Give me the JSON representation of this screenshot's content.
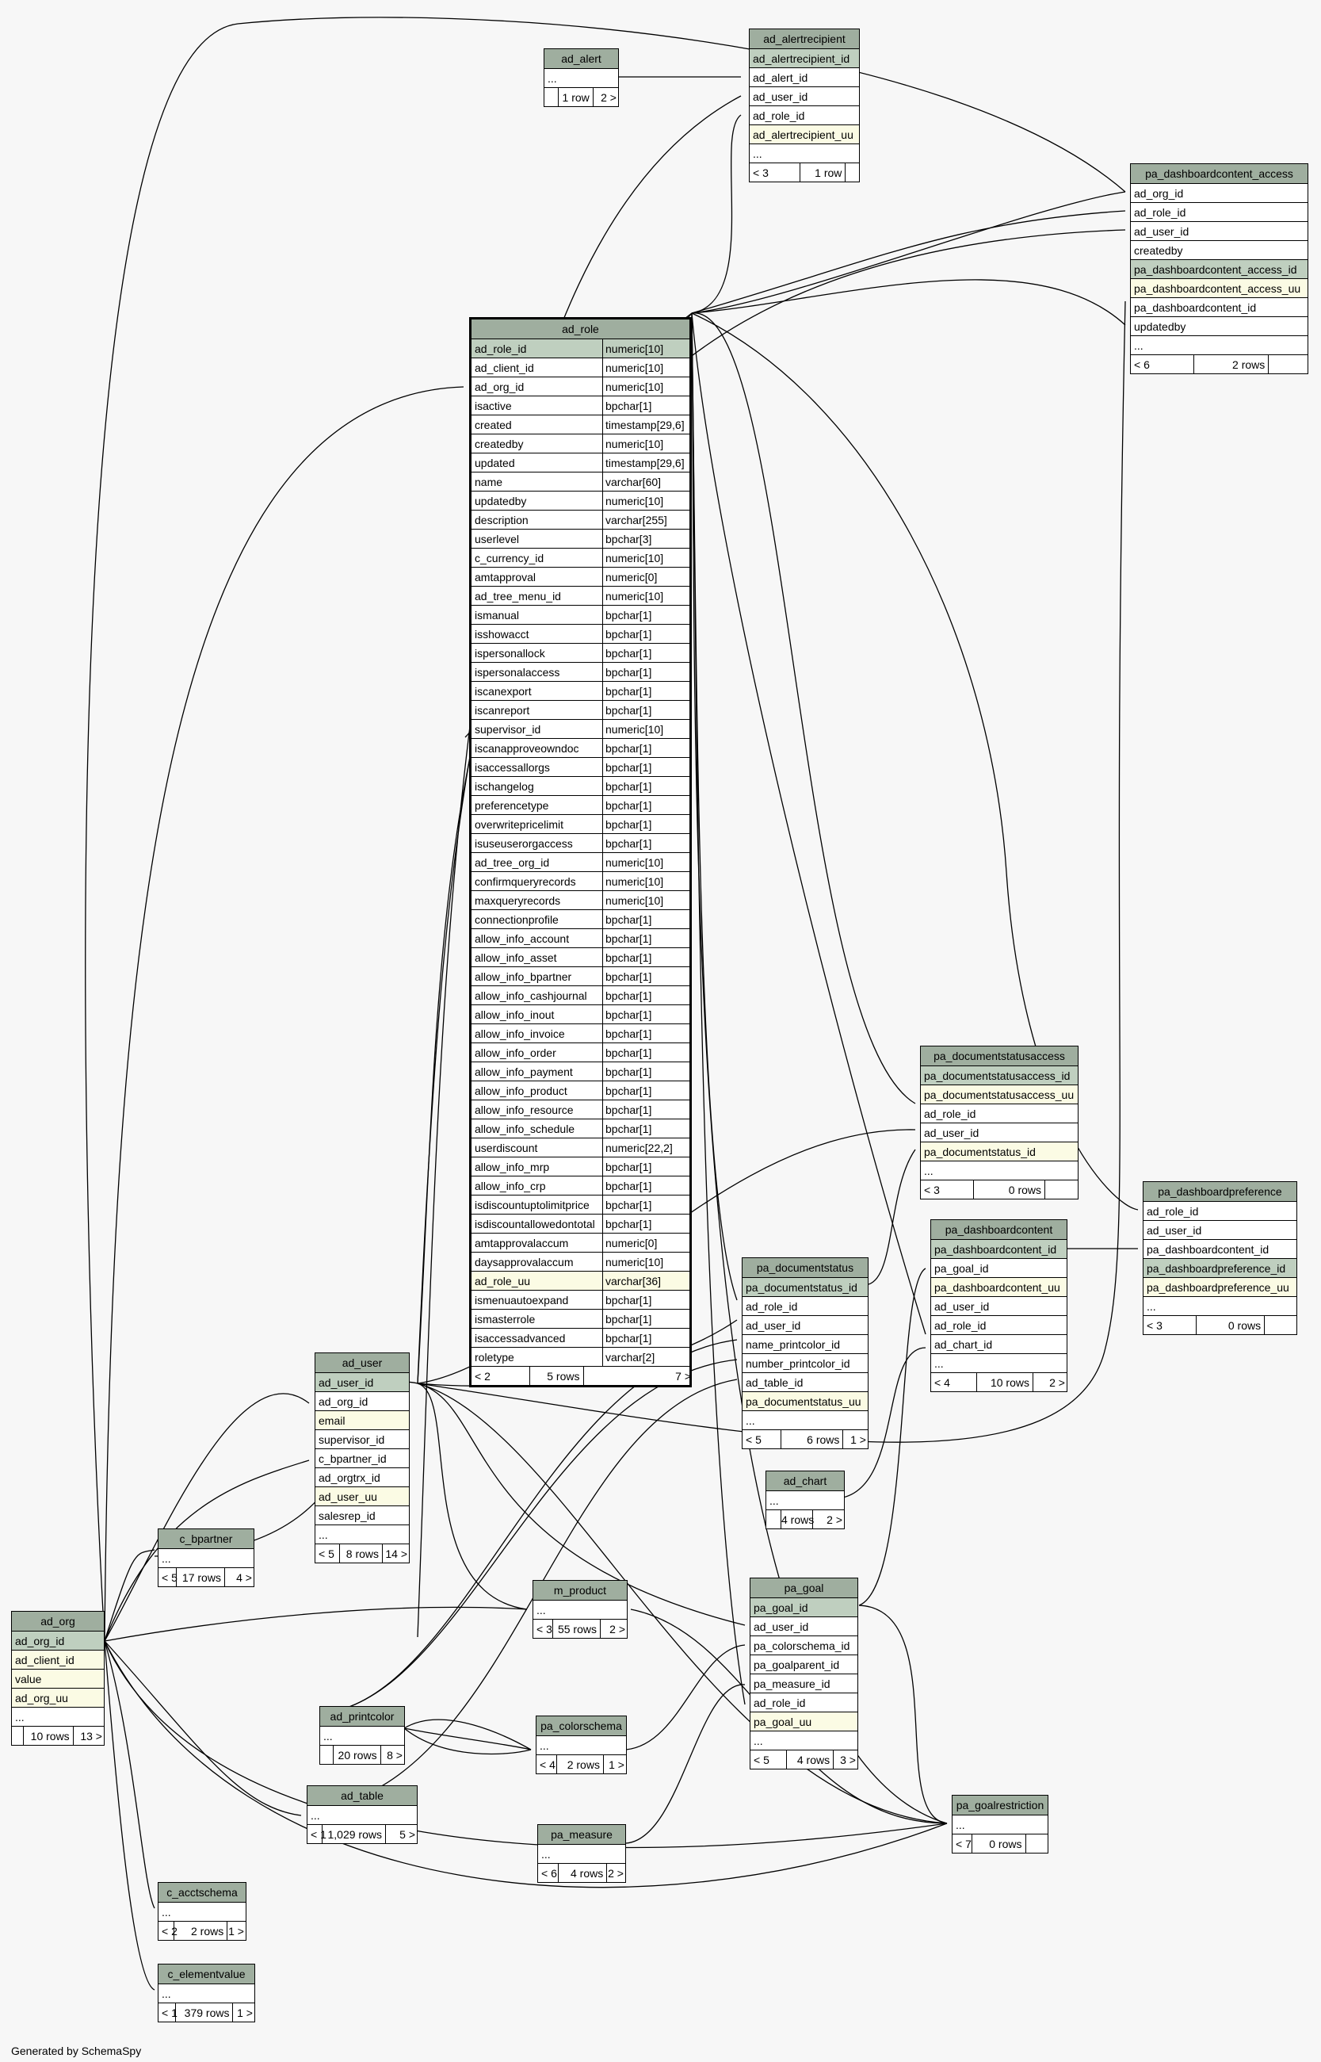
{
  "generated_by": "Generated by SchemaSpy",
  "tables": [
    {
      "name": "ad_alert",
      "rows": [
        {
          "t": "hdr",
          "c": "ad_alert"
        },
        {
          "c": "..."
        },
        {
          "t": "foot",
          "f": [
            "",
            "1 row",
            "2 >"
          ]
        }
      ]
    },
    {
      "name": "ad_alertrecipient",
      "rows": [
        {
          "t": "hdr",
          "c": "ad_alertrecipient"
        },
        {
          "t": "pk",
          "c": "ad_alertrecipient_id"
        },
        {
          "c": "ad_alert_id"
        },
        {
          "c": "ad_user_id"
        },
        {
          "c": "ad_role_id"
        },
        {
          "t": "uq",
          "c": "ad_alertrecipient_uu"
        },
        {
          "c": "..."
        },
        {
          "t": "foot",
          "f": [
            "< 3",
            "1 row",
            ""
          ]
        }
      ]
    },
    {
      "name": "pa_dashboardcontent_access",
      "rows": [
        {
          "t": "hdr",
          "c": "pa_dashboardcontent_access"
        },
        {
          "c": "ad_org_id"
        },
        {
          "c": "ad_role_id"
        },
        {
          "c": "ad_user_id"
        },
        {
          "c": "createdby"
        },
        {
          "t": "pk",
          "c": "pa_dashboardcontent_access_id"
        },
        {
          "t": "uq",
          "c": "pa_dashboardcontent_access_uu"
        },
        {
          "c": "pa_dashboardcontent_id"
        },
        {
          "c": "updatedby"
        },
        {
          "c": "..."
        },
        {
          "t": "foot",
          "f": [
            "< 6",
            "2 rows",
            ""
          ]
        }
      ]
    },
    {
      "name": "ad_role",
      "rows": [
        {
          "t": "hdr",
          "c": "ad_role"
        },
        {
          "t": "pk",
          "c": "ad_role_id",
          "y": "numeric[10]"
        },
        {
          "c": "ad_client_id",
          "y": "numeric[10]"
        },
        {
          "c": "ad_org_id",
          "y": "numeric[10]"
        },
        {
          "c": "isactive",
          "y": "bpchar[1]"
        },
        {
          "c": "created",
          "y": "timestamp[29,6]"
        },
        {
          "c": "createdby",
          "y": "numeric[10]"
        },
        {
          "c": "updated",
          "y": "timestamp[29,6]"
        },
        {
          "c": "name",
          "y": "varchar[60]"
        },
        {
          "c": "updatedby",
          "y": "numeric[10]"
        },
        {
          "c": "description",
          "y": "varchar[255]"
        },
        {
          "c": "userlevel",
          "y": "bpchar[3]"
        },
        {
          "c": "c_currency_id",
          "y": "numeric[10]"
        },
        {
          "c": "amtapproval",
          "y": "numeric[0]"
        },
        {
          "c": "ad_tree_menu_id",
          "y": "numeric[10]"
        },
        {
          "c": "ismanual",
          "y": "bpchar[1]"
        },
        {
          "c": "isshowacct",
          "y": "bpchar[1]"
        },
        {
          "c": "ispersonallock",
          "y": "bpchar[1]"
        },
        {
          "c": "ispersonalaccess",
          "y": "bpchar[1]"
        },
        {
          "c": "iscanexport",
          "y": "bpchar[1]"
        },
        {
          "c": "iscanreport",
          "y": "bpchar[1]"
        },
        {
          "c": "supervisor_id",
          "y": "numeric[10]"
        },
        {
          "c": "iscanapproveowndoc",
          "y": "bpchar[1]"
        },
        {
          "c": "isaccessallorgs",
          "y": "bpchar[1]"
        },
        {
          "c": "ischangelog",
          "y": "bpchar[1]"
        },
        {
          "c": "preferencetype",
          "y": "bpchar[1]"
        },
        {
          "c": "overwritepricelimit",
          "y": "bpchar[1]"
        },
        {
          "c": "isuseuserorgaccess",
          "y": "bpchar[1]"
        },
        {
          "c": "ad_tree_org_id",
          "y": "numeric[10]"
        },
        {
          "c": "confirmqueryrecords",
          "y": "numeric[10]"
        },
        {
          "c": "maxqueryrecords",
          "y": "numeric[10]"
        },
        {
          "c": "connectionprofile",
          "y": "bpchar[1]"
        },
        {
          "c": "allow_info_account",
          "y": "bpchar[1]"
        },
        {
          "c": "allow_info_asset",
          "y": "bpchar[1]"
        },
        {
          "c": "allow_info_bpartner",
          "y": "bpchar[1]"
        },
        {
          "c": "allow_info_cashjournal",
          "y": "bpchar[1]"
        },
        {
          "c": "allow_info_inout",
          "y": "bpchar[1]"
        },
        {
          "c": "allow_info_invoice",
          "y": "bpchar[1]"
        },
        {
          "c": "allow_info_order",
          "y": "bpchar[1]"
        },
        {
          "c": "allow_info_payment",
          "y": "bpchar[1]"
        },
        {
          "c": "allow_info_product",
          "y": "bpchar[1]"
        },
        {
          "c": "allow_info_resource",
          "y": "bpchar[1]"
        },
        {
          "c": "allow_info_schedule",
          "y": "bpchar[1]"
        },
        {
          "c": "userdiscount",
          "y": "numeric[22,2]"
        },
        {
          "c": "allow_info_mrp",
          "y": "bpchar[1]"
        },
        {
          "c": "allow_info_crp",
          "y": "bpchar[1]"
        },
        {
          "c": "isdiscountuptolimitprice",
          "y": "bpchar[1]"
        },
        {
          "c": "isdiscountallowedontotal",
          "y": "bpchar[1]"
        },
        {
          "c": "amtapprovalaccum",
          "y": "numeric[0]"
        },
        {
          "c": "daysapprovalaccum",
          "y": "numeric[10]"
        },
        {
          "t": "uq",
          "c": "ad_role_uu",
          "y": "varchar[36]"
        },
        {
          "c": "ismenuautoexpand",
          "y": "bpchar[1]"
        },
        {
          "c": "ismasterrole",
          "y": "bpchar[1]"
        },
        {
          "c": "isaccessadvanced",
          "y": "bpchar[1]"
        },
        {
          "c": "roletype",
          "y": "varchar[2]"
        },
        {
          "t": "foot",
          "f": [
            "< 2",
            "5 rows",
            "7 >"
          ]
        }
      ]
    },
    {
      "name": "pa_documentstatusaccess",
      "rows": [
        {
          "t": "hdr",
          "c": "pa_documentstatusaccess"
        },
        {
          "t": "pk",
          "c": "pa_documentstatusaccess_id"
        },
        {
          "t": "uq",
          "c": "pa_documentstatusaccess_uu"
        },
        {
          "c": "ad_role_id"
        },
        {
          "c": "ad_user_id"
        },
        {
          "t": "uq",
          "c": "pa_documentstatus_id"
        },
        {
          "c": "..."
        },
        {
          "t": "foot",
          "f": [
            "< 3",
            "0 rows",
            ""
          ]
        }
      ]
    },
    {
      "name": "pa_dashboardpreference",
      "rows": [
        {
          "t": "hdr",
          "c": "pa_dashboardpreference"
        },
        {
          "c": "ad_role_id"
        },
        {
          "c": "ad_user_id"
        },
        {
          "c": "pa_dashboardcontent_id"
        },
        {
          "t": "pk",
          "c": "pa_dashboardpreference_id"
        },
        {
          "t": "uq",
          "c": "pa_dashboardpreference_uu"
        },
        {
          "c": "..."
        },
        {
          "t": "foot",
          "f": [
            "< 3",
            "0 rows",
            ""
          ]
        }
      ]
    },
    {
      "name": "pa_dashboardcontent",
      "rows": [
        {
          "t": "hdr",
          "c": "pa_dashboardcontent"
        },
        {
          "t": "pk",
          "c": "pa_dashboardcontent_id"
        },
        {
          "c": "pa_goal_id"
        },
        {
          "t": "uq",
          "c": "pa_dashboardcontent_uu"
        },
        {
          "c": "ad_user_id"
        },
        {
          "c": "ad_role_id"
        },
        {
          "c": "ad_chart_id"
        },
        {
          "c": "..."
        },
        {
          "t": "foot",
          "f": [
            "< 4",
            "10 rows",
            "2 >"
          ]
        }
      ]
    },
    {
      "name": "pa_documentstatus",
      "rows": [
        {
          "t": "hdr",
          "c": "pa_documentstatus"
        },
        {
          "t": "pk",
          "c": "pa_documentstatus_id"
        },
        {
          "c": "ad_role_id"
        },
        {
          "c": "ad_user_id"
        },
        {
          "c": "name_printcolor_id"
        },
        {
          "c": "number_printcolor_id"
        },
        {
          "c": "ad_table_id"
        },
        {
          "t": "uq",
          "c": "pa_documentstatus_uu"
        },
        {
          "c": "..."
        },
        {
          "t": "foot",
          "f": [
            "< 5",
            "6 rows",
            "1 >"
          ]
        }
      ]
    },
    {
      "name": "ad_user",
      "rows": [
        {
          "t": "hdr",
          "c": "ad_user"
        },
        {
          "t": "pk",
          "c": "ad_user_id"
        },
        {
          "c": "ad_org_id"
        },
        {
          "t": "uq",
          "c": "email"
        },
        {
          "c": "supervisor_id"
        },
        {
          "c": "c_bpartner_id"
        },
        {
          "c": "ad_orgtrx_id"
        },
        {
          "t": "uq",
          "c": "ad_user_uu"
        },
        {
          "c": "salesrep_id"
        },
        {
          "c": "..."
        },
        {
          "t": "foot",
          "f": [
            "< 5",
            "8 rows",
            "14 >"
          ]
        }
      ]
    },
    {
      "name": "ad_chart",
      "rows": [
        {
          "t": "hdr",
          "c": "ad_chart"
        },
        {
          "c": "..."
        },
        {
          "t": "foot",
          "f": [
            "",
            "4 rows",
            "2 >"
          ]
        }
      ]
    },
    {
      "name": "c_bpartner",
      "rows": [
        {
          "t": "hdr",
          "c": "c_bpartner"
        },
        {
          "c": "..."
        },
        {
          "t": "foot",
          "f": [
            "< 5",
            "17 rows",
            "4 >"
          ]
        }
      ]
    },
    {
      "name": "m_product",
      "rows": [
        {
          "t": "hdr",
          "c": "m_product"
        },
        {
          "c": "..."
        },
        {
          "t": "foot",
          "f": [
            "< 3",
            "55 rows",
            "2 >"
          ]
        }
      ]
    },
    {
      "name": "pa_goal",
      "rows": [
        {
          "t": "hdr",
          "c": "pa_goal"
        },
        {
          "t": "pk",
          "c": "pa_goal_id"
        },
        {
          "c": "ad_user_id"
        },
        {
          "c": "pa_colorschema_id"
        },
        {
          "c": "pa_goalparent_id"
        },
        {
          "c": "pa_measure_id"
        },
        {
          "c": "ad_role_id"
        },
        {
          "t": "uq",
          "c": "pa_goal_uu"
        },
        {
          "c": "..."
        },
        {
          "t": "foot",
          "f": [
            "< 5",
            "4 rows",
            "3 >"
          ]
        }
      ]
    },
    {
      "name": "ad_org",
      "rows": [
        {
          "t": "hdr",
          "c": "ad_org"
        },
        {
          "t": "pk",
          "c": "ad_org_id"
        },
        {
          "t": "uq",
          "c": "ad_client_id"
        },
        {
          "t": "uq",
          "c": "value"
        },
        {
          "t": "uq",
          "c": "ad_org_uu"
        },
        {
          "c": "..."
        },
        {
          "t": "foot",
          "f": [
            "",
            "10 rows",
            "13 >"
          ]
        }
      ]
    },
    {
      "name": "ad_printcolor",
      "rows": [
        {
          "t": "hdr",
          "c": "ad_printcolor"
        },
        {
          "c": "..."
        },
        {
          "t": "foot",
          "f": [
            "",
            "20 rows",
            "8 >"
          ]
        }
      ]
    },
    {
      "name": "pa_colorschema",
      "rows": [
        {
          "t": "hdr",
          "c": "pa_colorschema"
        },
        {
          "c": "..."
        },
        {
          "t": "foot",
          "f": [
            "< 4",
            "2 rows",
            "1 >"
          ]
        }
      ]
    },
    {
      "name": "ad_table",
      "rows": [
        {
          "t": "hdr",
          "c": "ad_table"
        },
        {
          "c": "..."
        },
        {
          "t": "foot",
          "f": [
            "< 1",
            "1,029 rows",
            "5 >"
          ]
        }
      ]
    },
    {
      "name": "pa_goalrestriction",
      "rows": [
        {
          "t": "hdr",
          "c": "pa_goalrestriction"
        },
        {
          "c": "..."
        },
        {
          "t": "foot",
          "f": [
            "< 7",
            "0 rows",
            ""
          ]
        }
      ]
    },
    {
      "name": "pa_measure",
      "rows": [
        {
          "t": "hdr",
          "c": "pa_measure"
        },
        {
          "c": "..."
        },
        {
          "t": "foot",
          "f": [
            "< 6",
            "4 rows",
            "2 >"
          ]
        }
      ]
    },
    {
      "name": "c_acctschema",
      "rows": [
        {
          "t": "hdr",
          "c": "c_acctschema"
        },
        {
          "c": "..."
        },
        {
          "t": "foot",
          "f": [
            "< 2",
            "2 rows",
            "1 >"
          ]
        }
      ]
    },
    {
      "name": "c_elementvalue",
      "rows": [
        {
          "t": "hdr",
          "c": "c_elementvalue"
        },
        {
          "c": "..."
        },
        {
          "t": "foot",
          "f": [
            "< 1",
            "379 rows",
            "1 >"
          ]
        }
      ]
    }
  ]
}
